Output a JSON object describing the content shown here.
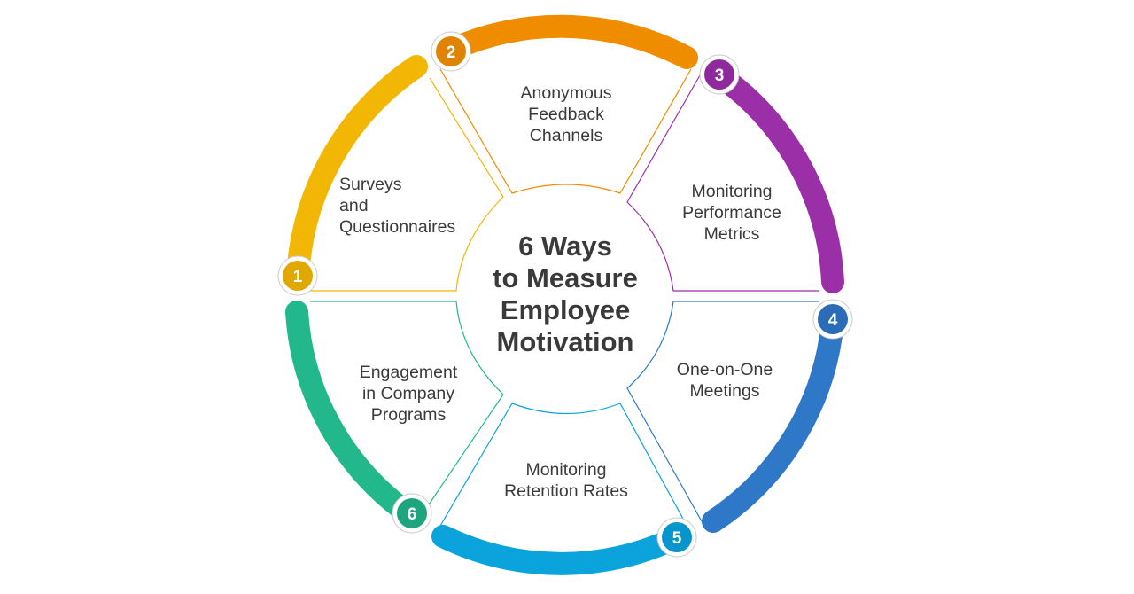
{
  "title": "6 Ways\nto Measure\nEmployee\nMotivation",
  "segments": [
    {
      "number": "1",
      "label": "Surveys\nand\nQuestionnaires",
      "color": "#f2b705",
      "badge": "#e0a800"
    },
    {
      "number": "2",
      "label": "Anonymous\nFeedback\nChannels",
      "color": "#f08c00",
      "badge": "#e08300"
    },
    {
      "number": "3",
      "label": "Monitoring\nPerformance\nMetrics",
      "color": "#9b2fa8",
      "badge": "#8f2a9c"
    },
    {
      "number": "4",
      "label": "One-on-One\nMeetings",
      "color": "#2f78c8",
      "badge": "#2a6cb8"
    },
    {
      "number": "5",
      "label": "Monitoring\nRetention Rates",
      "color": "#0aa3dc",
      "badge": "#0796cc"
    },
    {
      "number": "6",
      "label": "Engagement\nin Company\nPrograms",
      "color": "#22b88c",
      "badge": "#1fa57e"
    }
  ]
}
